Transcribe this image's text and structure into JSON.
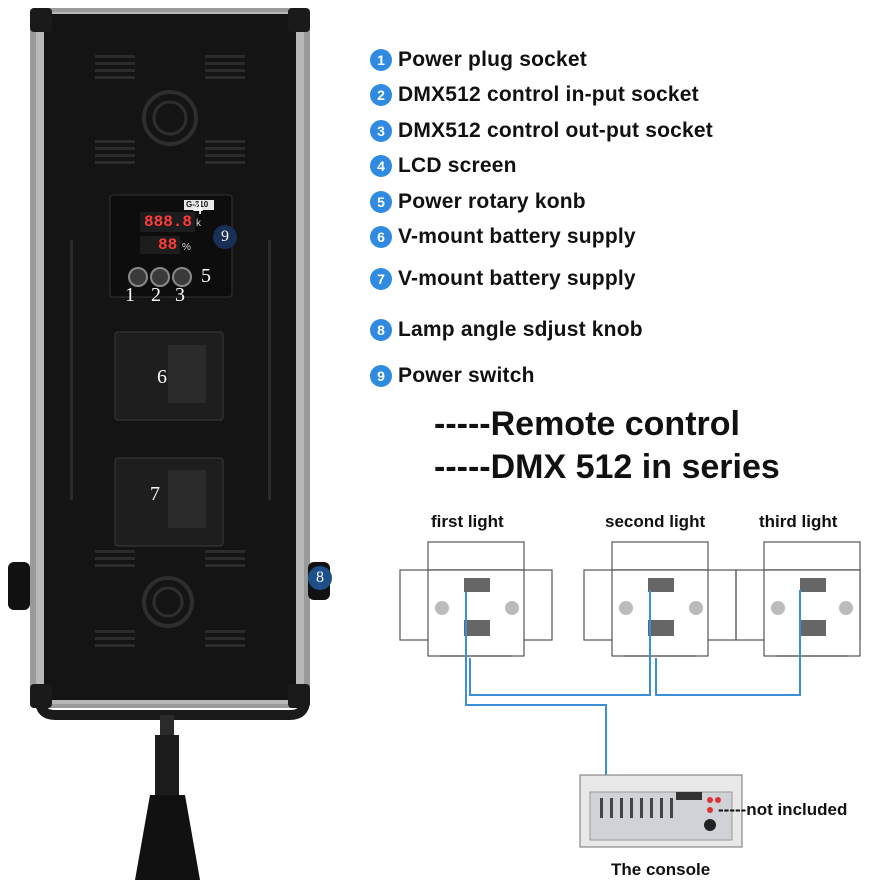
{
  "photo": {
    "callouts": [
      "1",
      "2",
      "3",
      "4",
      "5",
      "6",
      "7",
      "8",
      "9"
    ],
    "controller_display_top": "888.8",
    "controller_display_bottom": "88",
    "controller_model": "G-310",
    "unit_k": "k",
    "unit_percent": "%"
  },
  "legend": [
    {
      "num": "1",
      "text": "Power plug socket"
    },
    {
      "num": "2",
      "text": "DMX512 control in-put socket"
    },
    {
      "num": "3",
      "text": "DMX512 control out-put socket"
    },
    {
      "num": "4",
      "text": "LCD screen"
    },
    {
      "num": "5",
      "text": "Power rotary konb"
    },
    {
      "num": "6",
      "text": "V-mount battery supply"
    },
    {
      "num": "7",
      "text": " V-mount battery supply"
    },
    {
      "num": "8",
      "text": "Lamp angle sdjust knob"
    },
    {
      "num": "9",
      "text": " Power switch"
    }
  ],
  "headings": {
    "remote": "-----Remote control",
    "dmx": "-----DMX 512 in series"
  },
  "diagram": {
    "lights": [
      "first light",
      "second light",
      "third light"
    ],
    "console_caption": "The console",
    "not_included": "-----not included"
  },
  "colors": {
    "legend_blue": "#2f8ae0",
    "cable_blue": "#3a8fd8",
    "panel_black": "#151515",
    "frame_grey": "#8a8a8a"
  }
}
